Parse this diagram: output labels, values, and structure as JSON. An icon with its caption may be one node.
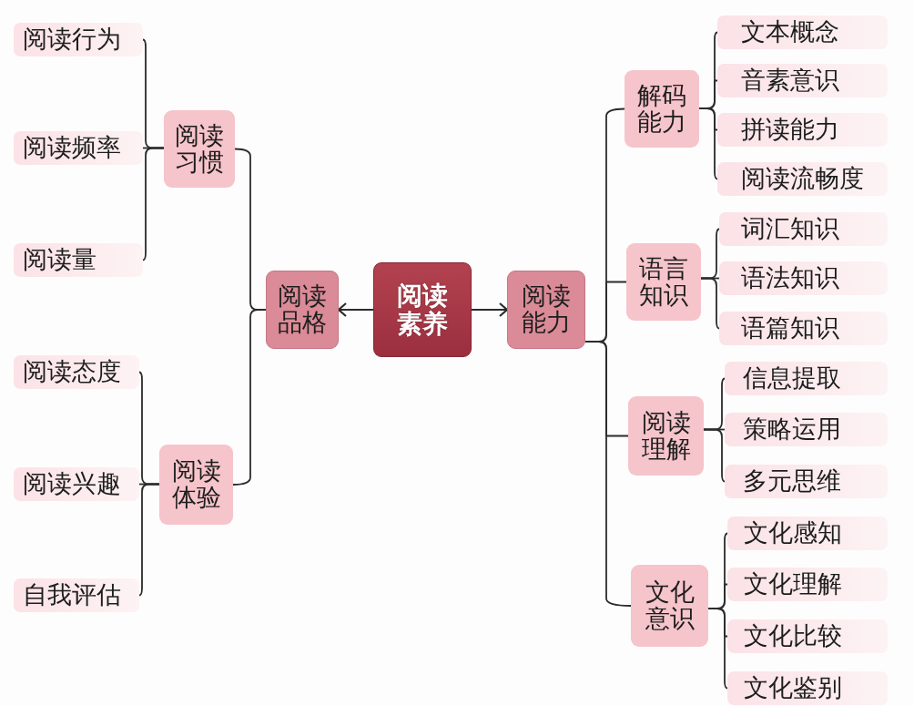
{
  "diagram": {
    "nodes": [
      {
        "text": [
          "阅读素养"
        ]
      },
      {
        "text": [
          "阅读品格"
        ]
      },
      {
        "text": [
          "阅读能力"
        ]
      },
      {
        "text": [
          "阅读习惯"
        ]
      },
      {
        "text": [
          "阅读体验"
        ]
      },
      {
        "text": [
          "阅读行为"
        ]
      },
      {
        "text": [
          "阅读频率"
        ]
      },
      {
        "text": [
          "阅读量"
        ]
      },
      {
        "text": [
          "阅读态度"
        ]
      },
      {
        "text": [
          "阅读兴趣"
        ]
      },
      {
        "text": [
          "自我评估"
        ]
      },
      {
        "text": [
          "解码能力"
        ]
      },
      {
        "text": [
          "文本概念"
        ]
      },
      {
        "text": [
          "音素意识"
        ]
      },
      {
        "text": [
          "拼读能力"
        ]
      },
      {
        "text": [
          "阅读流畅度"
        ]
      },
      {
        "text": [
          "语言知识"
        ]
      },
      {
        "text": [
          "词汇知识"
        ]
      },
      {
        "text": [
          "语法知识"
        ]
      },
      {
        "text": [
          "语篇知识"
        ]
      },
      {
        "text": [
          "阅读理解"
        ]
      },
      {
        "text": [
          "信息提取"
        ]
      },
      {
        "text": [
          "策略运用"
        ]
      },
      {
        "text": [
          "多元思维"
        ]
      },
      {
        "text": [
          "文化意识"
        ]
      },
      {
        "text": [
          "文化感知"
        ]
      },
      {
        "text": [
          "文化理解"
        ]
      },
      {
        "text": [
          "文化比较"
        ]
      },
      {
        "text": [
          "文化鉴别"
        ]
      }
    ],
    "edges": [
      {
        "from": 0,
        "to": 1,
        "arrow": "to"
      },
      {
        "from": 0,
        "to": 2,
        "arrow": "to"
      },
      {
        "from": 1,
        "to": 3,
        "arrow": "none"
      },
      {
        "from": 1,
        "to": 4,
        "arrow": "none"
      },
      {
        "from": 3,
        "to": 5,
        "arrow": "none"
      },
      {
        "from": 3,
        "to": 6,
        "arrow": "none"
      },
      {
        "from": 3,
        "to": 7,
        "arrow": "none"
      },
      {
        "from": 4,
        "to": 8,
        "arrow": "none"
      },
      {
        "from": 4,
        "to": 9,
        "arrow": "none"
      },
      {
        "from": 4,
        "to": 10,
        "arrow": "none"
      },
      {
        "from": 2,
        "to": 11,
        "arrow": "none"
      },
      {
        "from": 2,
        "to": 16,
        "arrow": "none"
      },
      {
        "from": 2,
        "to": 20,
        "arrow": "none"
      },
      {
        "from": 2,
        "to": 24,
        "arrow": "none"
      },
      {
        "from": 11,
        "to": 12,
        "arrow": "none"
      },
      {
        "from": 11,
        "to": 13,
        "arrow": "none"
      },
      {
        "from": 11,
        "to": 14,
        "arrow": "none"
      },
      {
        "from": 11,
        "to": 15,
        "arrow": "none"
      },
      {
        "from": 16,
        "to": 17,
        "arrow": "none"
      },
      {
        "from": 16,
        "to": 18,
        "arrow": "none"
      },
      {
        "from": 16,
        "to": 19,
        "arrow": "none"
      },
      {
        "from": 20,
        "to": 21,
        "arrow": "none"
      },
      {
        "from": 20,
        "to": 22,
        "arrow": "none"
      },
      {
        "from": 20,
        "to": 23,
        "arrow": "none"
      },
      {
        "from": 24,
        "to": 25,
        "arrow": "none"
      },
      {
        "from": 24,
        "to": 26,
        "arrow": "none"
      },
      {
        "from": 24,
        "to": 27,
        "arrow": "none"
      },
      {
        "from": 24,
        "to": 28,
        "arrow": "none"
      }
    ]
  }
}
